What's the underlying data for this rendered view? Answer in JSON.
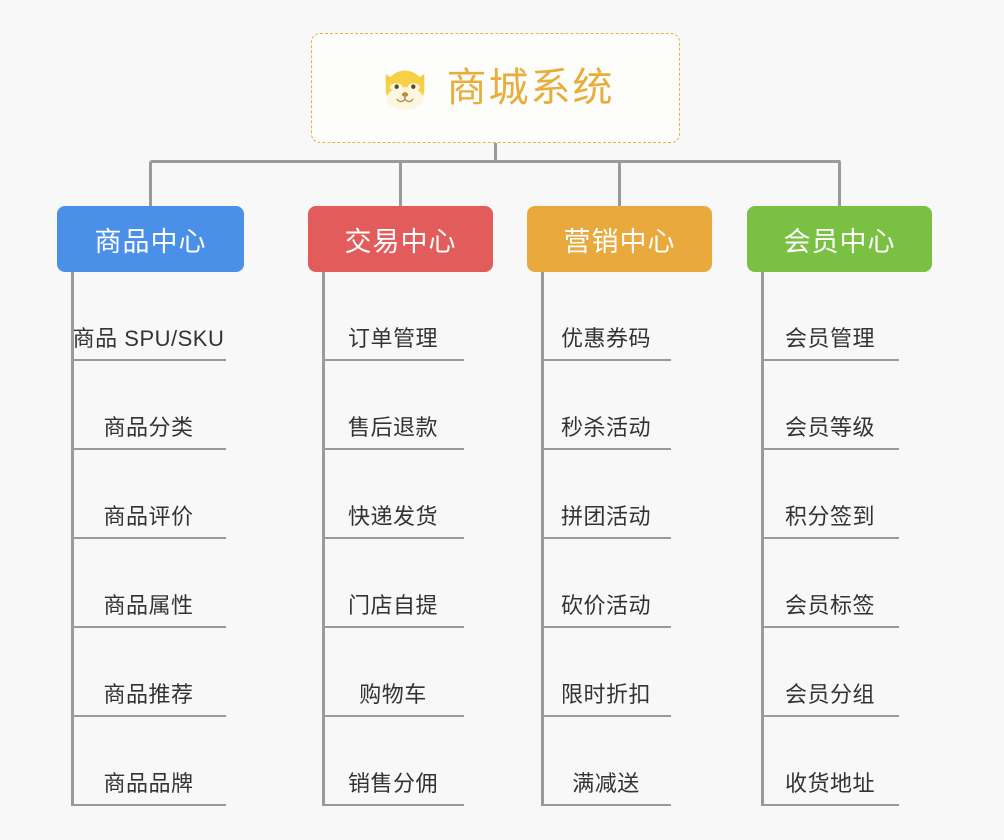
{
  "root": {
    "title": "商城系统",
    "logo_icon": "shiba-dog-face-icon",
    "title_color": "#e8ae3c",
    "border_color": "#e8b04a",
    "card_background": "#fdfdfb"
  },
  "canvas": {
    "background": "#f8f8f8",
    "connector_color": "#9a9a9a"
  },
  "branches": [
    {
      "label": "商品中心",
      "color": "#4a90e8",
      "icon": "category-node-icon",
      "items": [
        "商品 SPU/SKU",
        "商品分类",
        "商品评价",
        "商品属性",
        "商品推荐",
        "商品品牌"
      ]
    },
    {
      "label": "交易中心",
      "color": "#e25c5c",
      "icon": "category-node-icon",
      "items": [
        "订单管理",
        "售后退款",
        "快递发货",
        "门店自提",
        "购物车",
        "销售分佣"
      ]
    },
    {
      "label": "营销中心",
      "color": "#eaa93c",
      "icon": "category-node-icon",
      "items": [
        "优惠券码",
        "秒杀活动",
        "拼团活动",
        "砍价活动",
        "限时折扣",
        "满减送"
      ]
    },
    {
      "label": "会员中心",
      "color": "#77c council",
      "icon": "category-node-icon",
      "items": [
        "会员管理",
        "会员等级",
        "积分签到",
        "会员标签",
        "会员分组",
        "收货地址"
      ]
    }
  ]
}
